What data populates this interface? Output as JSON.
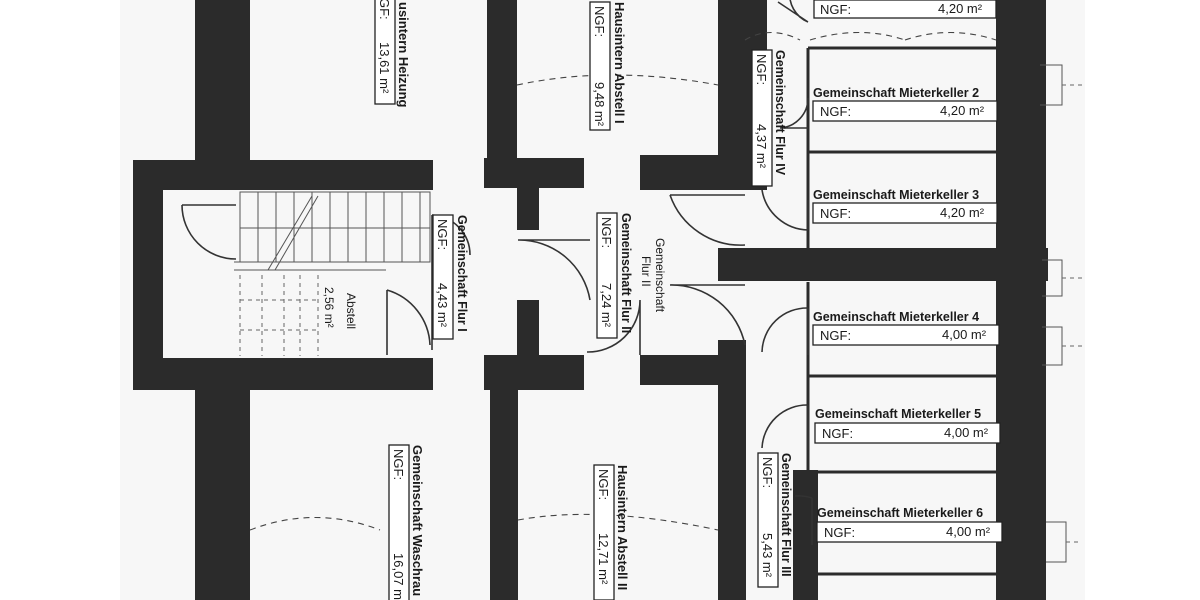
{
  "rooms": {
    "heizung": {
      "name": "Hausintern Heizung",
      "name_visible": "usintern Heizung",
      "ngf_label": "GF:",
      "area": "13,61 m²"
    },
    "abstell1": {
      "name": "Hausintern Abstell I",
      "ngf_label": "NGF:",
      "area": "9,48 m²"
    },
    "mieterkeller1": {
      "ngf_label": "NGF:",
      "area": "4,20 m²"
    },
    "mieterkeller2": {
      "name": "Gemeinschaft Mieterkeller 2",
      "ngf_label": "NGF:",
      "area": "4,20 m²"
    },
    "mieterkeller3": {
      "name": "Gemeinschaft Mieterkeller 3",
      "ngf_label": "NGF:",
      "area": "4,20 m²"
    },
    "mieterkeller4": {
      "name": "Gemeinschaft Mieterkeller 4",
      "ngf_label": "NGF:",
      "area": "4,00 m²"
    },
    "mieterkeller5": {
      "name": "Gemeinschaft Mieterkeller 5",
      "ngf_label": "NGF:",
      "area": "4,00 m²"
    },
    "mieterkeller6": {
      "name": "Gemeinschaft Mieterkeller 6",
      "ngf_label": "NGF:",
      "area": "4,00 m²"
    },
    "flur4": {
      "name": "Gemeinschaft Flur IV",
      "ngf_label": "NGF:",
      "area": "4,37 m²"
    },
    "flur1": {
      "name": "Gemeinschaft Flur I",
      "ngf_label": "NGF:",
      "area": "4,43 m²"
    },
    "flur2": {
      "name": "Gemeinschaft Flur II",
      "ngf_label": "NGF:",
      "area": "7,24 m²"
    },
    "flur2_plain": {
      "line1": "Gemeinschaft",
      "line2": "Flur II"
    },
    "abstell": {
      "name": "Abstell",
      "area": "2,56 m²"
    },
    "waschraum": {
      "name": "Gemeinschaft Waschrau",
      "ngf_label": "NGF:",
      "area": "16,07 m"
    },
    "abstell2": {
      "name": "Hausintern Abstell II",
      "ngf_label": "NGF:",
      "area": "12,71 m²"
    },
    "flur3": {
      "name": "Gemeinschaft Flur III",
      "ngf_label": "NGF:",
      "area": "5,43 m²"
    }
  }
}
